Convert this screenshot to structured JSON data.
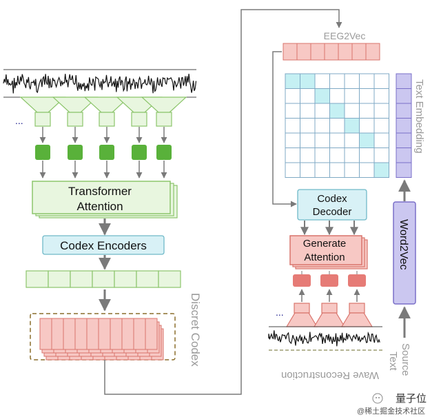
{
  "diagram": {
    "left": {
      "ellipsis": "...",
      "transformer_line1": "Transformer",
      "transformer_line2": "Attention",
      "codex_encoders": "Codex Encoders",
      "discret_codex": "Discret Codex"
    },
    "right": {
      "eeg2vec": "EEG2Vec",
      "text_embedding": "Text Embedding",
      "codex_decoder_line1": "Codex",
      "codex_decoder_line2": "Decoder",
      "generate_line1": "Generate",
      "generate_line2": "Attention",
      "word2vec": "Word2Vec",
      "ellipsis": "...",
      "wave_reconstruction": "Wave Reconstruction",
      "source_text_line1": "Source",
      "source_text_line2": "Text"
    },
    "watermark": {
      "brand": "量子位",
      "sub": "@稀土掘金技术社区"
    }
  },
  "colors": {
    "green_fill": "#e8f6df",
    "green_stroke": "#8cc56b",
    "green_square": "#59b13a",
    "blue_fill": "#d8f1f6",
    "blue_stroke": "#6fb9c8",
    "pink_fill": "#f7c8c4",
    "pink_stroke": "#d9746c",
    "red_square": "#e67b76",
    "purple_fill": "#cbc7f0",
    "purple_stroke": "#7a6fc8",
    "teal_cell": "#c5f0f3",
    "gray_line": "#888888",
    "label_gray": "#9a9a9a"
  }
}
